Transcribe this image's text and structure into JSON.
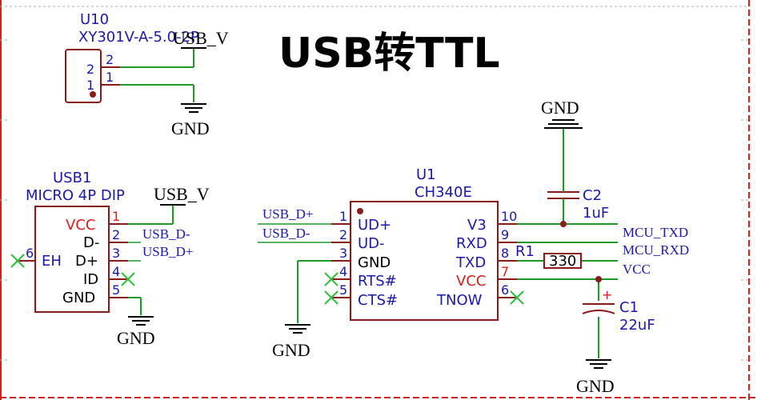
{
  "title": "USB转TTL",
  "power_labels": {
    "usb_v": "USB_V",
    "gnd": "GND",
    "vcc": "VCC"
  },
  "components": {
    "u10": {
      "designator": "U10",
      "value": "XY301V-A-5.0-2P",
      "pins": [
        "2",
        "1"
      ]
    },
    "usb1": {
      "designator": "USB1",
      "value": "MICRO 4P DIP",
      "pins": [
        {
          "num": "1",
          "name": "VCC"
        },
        {
          "num": "2",
          "name": "D-"
        },
        {
          "num": "3",
          "name": "D+"
        },
        {
          "num": "4",
          "name": "ID"
        },
        {
          "num": "5",
          "name": "GND"
        },
        {
          "num": "6",
          "name": "EH"
        }
      ]
    },
    "u1": {
      "designator": "U1",
      "value": "CH340E",
      "left_pins": [
        {
          "num": "1",
          "name": "UD+"
        },
        {
          "num": "2",
          "name": "UD-"
        },
        {
          "num": "3",
          "name": "GND"
        },
        {
          "num": "4",
          "name": "RTS#"
        },
        {
          "num": "5",
          "name": "CTS#"
        }
      ],
      "right_pins": [
        {
          "num": "10",
          "name": "V3"
        },
        {
          "num": "9",
          "name": "RXD"
        },
        {
          "num": "8",
          "name": "TXD"
        },
        {
          "num": "7",
          "name": "VCC"
        },
        {
          "num": "6",
          "name": "TNOW"
        }
      ]
    },
    "c2": {
      "designator": "C2",
      "value": "1uF"
    },
    "c1": {
      "designator": "C1",
      "value": "22uF",
      "polarity": "+"
    },
    "r1": {
      "designator": "R1",
      "value": "330"
    }
  },
  "nets": {
    "usb_d_minus": "USB_D-",
    "usb_d_plus": "USB_D+",
    "mcu_txd": "MCU_TXD",
    "mcu_rxd": "MCU_RXD",
    "vcc": "VCC"
  },
  "colors": {
    "wire": "#1f9a2a",
    "component_body": "#8b1a1a",
    "designator_text": "#1a1aa6",
    "power_pin_text": "#d42020",
    "border": "#d42020"
  }
}
